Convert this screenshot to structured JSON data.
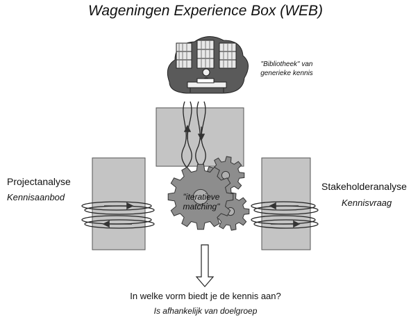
{
  "title": "Wageningen Experience Box (WEB)",
  "library_caption": {
    "line1": "\"Bibliotheek\" van",
    "line2": "generieke kennis"
  },
  "left_panel": {
    "title": "Projectanalyse",
    "subtitle": "Kennisaanbod"
  },
  "right_panel": {
    "title": "Stakeholderanalyse",
    "subtitle": "Kennisvraag"
  },
  "gears_label": {
    "line1": "\"iteratieve",
    "line2": "matching\""
  },
  "question": "In welke vorm biedt je de kennis aan?",
  "answer": "Is afhankelijk van doelgroep",
  "colors": {
    "panel_fill": "#c4c4c4",
    "gear_fill": "#8d8d8d",
    "library_fill": "#5a5a5a",
    "stroke": "#333333"
  }
}
